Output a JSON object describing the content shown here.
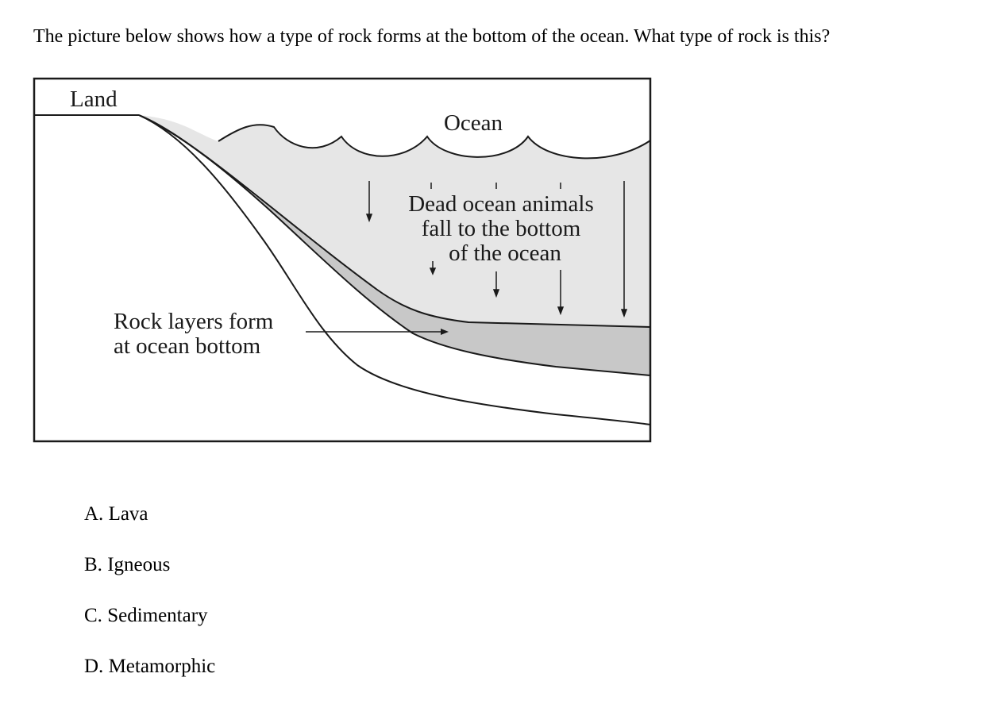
{
  "question": {
    "text": "The picture below shows how a type of rock forms at the bottom of the ocean. What type of rock is this?"
  },
  "diagram": {
    "land_label": "Land",
    "ocean_label": "Ocean",
    "animals_label_lines": [
      "Dead ocean animals",
      "fall to the bottom",
      "of the ocean"
    ],
    "rock_label_lines": [
      "Rock layers form",
      "at ocean bottom"
    ],
    "colors": {
      "water": "#e6e6e6",
      "sediment_layer": "#c8c8c8",
      "outline": "#1a1a1a"
    }
  },
  "options": [
    {
      "letter": "A.",
      "text": "Lava"
    },
    {
      "letter": "B.",
      "text": "Igneous"
    },
    {
      "letter": "C.",
      "text": "Sedimentary"
    },
    {
      "letter": "D.",
      "text": "Metamorphic"
    }
  ]
}
